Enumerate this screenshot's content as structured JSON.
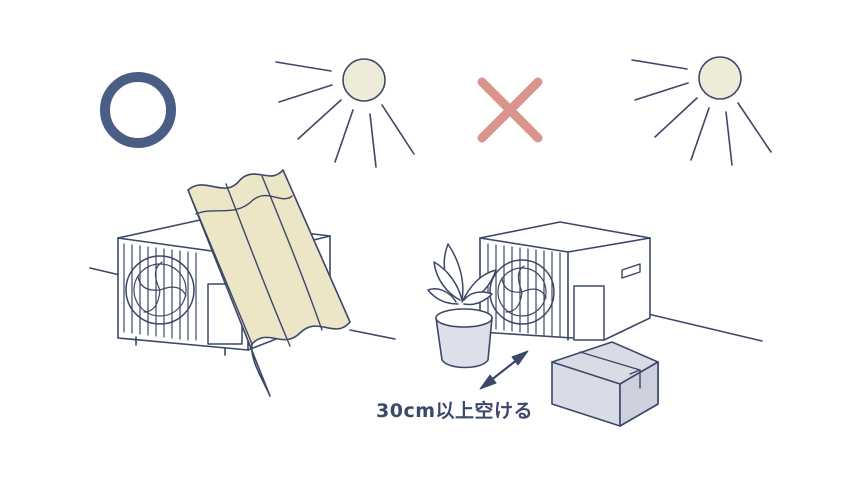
{
  "caption": "30cm以上空ける",
  "marks": {
    "good": "good-circle-mark",
    "bad": "bad-cross-mark"
  },
  "colors": {
    "line": "#3b4868",
    "good_mark": "#4a5d85",
    "bad_mark": "#d9948c",
    "sun_fill": "#eeebd9",
    "shade_fill": "#ede6c6",
    "box_fill": "#d9dce6",
    "box_side": "#cdd1de",
    "pot_fill": "#dde0ea",
    "background": "#ffffff"
  }
}
